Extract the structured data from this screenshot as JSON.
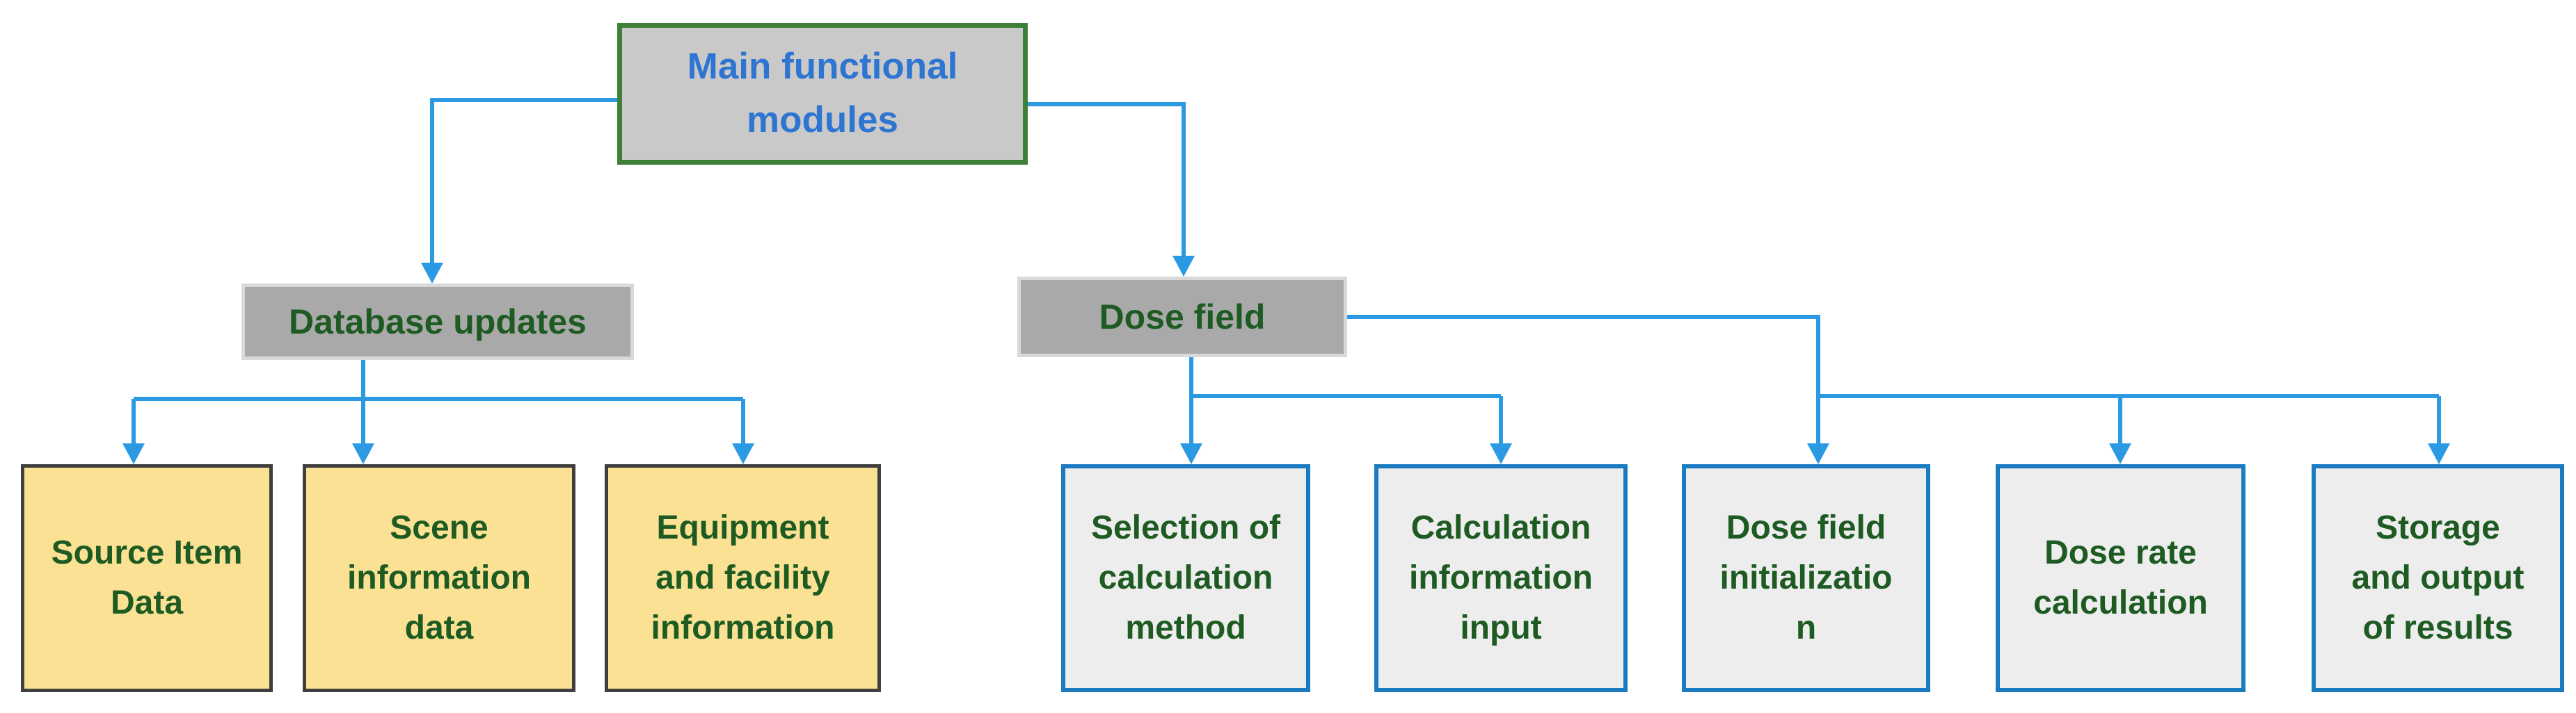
{
  "diagram": {
    "nodes": {
      "main": {
        "label": "Main functional\nmodules"
      },
      "database": {
        "label": "Database updates"
      },
      "dose": {
        "label": "Dose field"
      },
      "source_item": {
        "label": "Source Item\nData"
      },
      "scene": {
        "label": "Scene\ninformation\ndata"
      },
      "equipment": {
        "label": "Equipment\nand facility\ninformation"
      },
      "selection": {
        "label": "Selection of\ncalculation\nmethod"
      },
      "calc_input": {
        "label": "Calculation\ninformation\ninput"
      },
      "dose_init": {
        "label": "Dose field\ninitializatio\nn"
      },
      "dose_rate": {
        "label": "Dose rate\ncalculation"
      },
      "storage": {
        "label": "Storage\nand output\nof results"
      }
    },
    "colors": {
      "connector": "#2B9AE2",
      "main_fill": "#C9C9C9",
      "main_border": "#3F8038",
      "main_text": "#2E75D2",
      "level2_fill": "#A9A9A9",
      "level2_border": "#D9D9D9",
      "green_text": "#1E5B23",
      "yellow_fill": "#FAE193",
      "yellow_border": "#3F3F3F",
      "gray_fill": "#EDEDED",
      "blue_border": "#1B7BC0"
    }
  }
}
